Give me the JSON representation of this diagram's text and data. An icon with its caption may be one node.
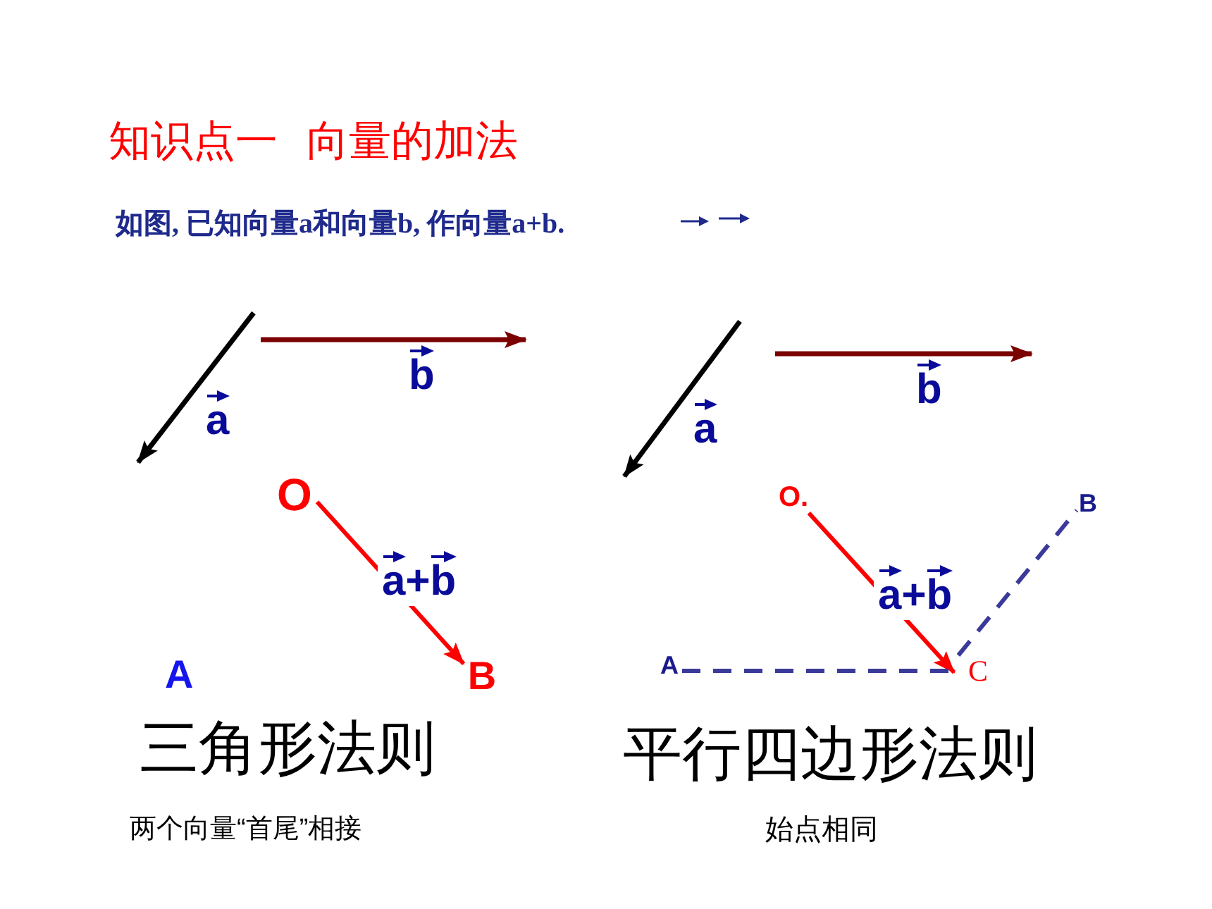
{
  "diagram": {
    "title": "知识点一 向量的加法",
    "nodes": [
      {
        "text": [
          "O"
        ]
      },
      {
        "text": [
          "B"
        ]
      },
      {
        "text": [
          "O."
        ]
      },
      {
        "text": [
          "B"
        ]
      },
      {
        "text": [
          "A"
        ]
      },
      {
        "text": [
          "C"
        ]
      }
    ],
    "edges": [
      {
        "from": 0,
        "to": 1,
        "arrow": "to",
        "label": "a+b",
        "color": "#ff0000"
      },
      {
        "from": 2,
        "to": 5,
        "arrow": "to",
        "label": "a+b",
        "color": "#ff0000"
      },
      {
        "from": 4,
        "to": 5,
        "arrow": "none",
        "style": "dashed",
        "color": "#3a3a9a"
      },
      {
        "from": 5,
        "to": 3,
        "arrow": "none",
        "style": "dashed",
        "color": "#3a3a9a"
      }
    ],
    "labels": [
      "如图, 已知向量a和向量b, 作向量a+b.",
      "b",
      "a",
      "A",
      "b",
      "a",
      "三角形法则",
      "平行四边形法则",
      "两个向量“首尾”相接",
      "始点相同"
    ]
  }
}
